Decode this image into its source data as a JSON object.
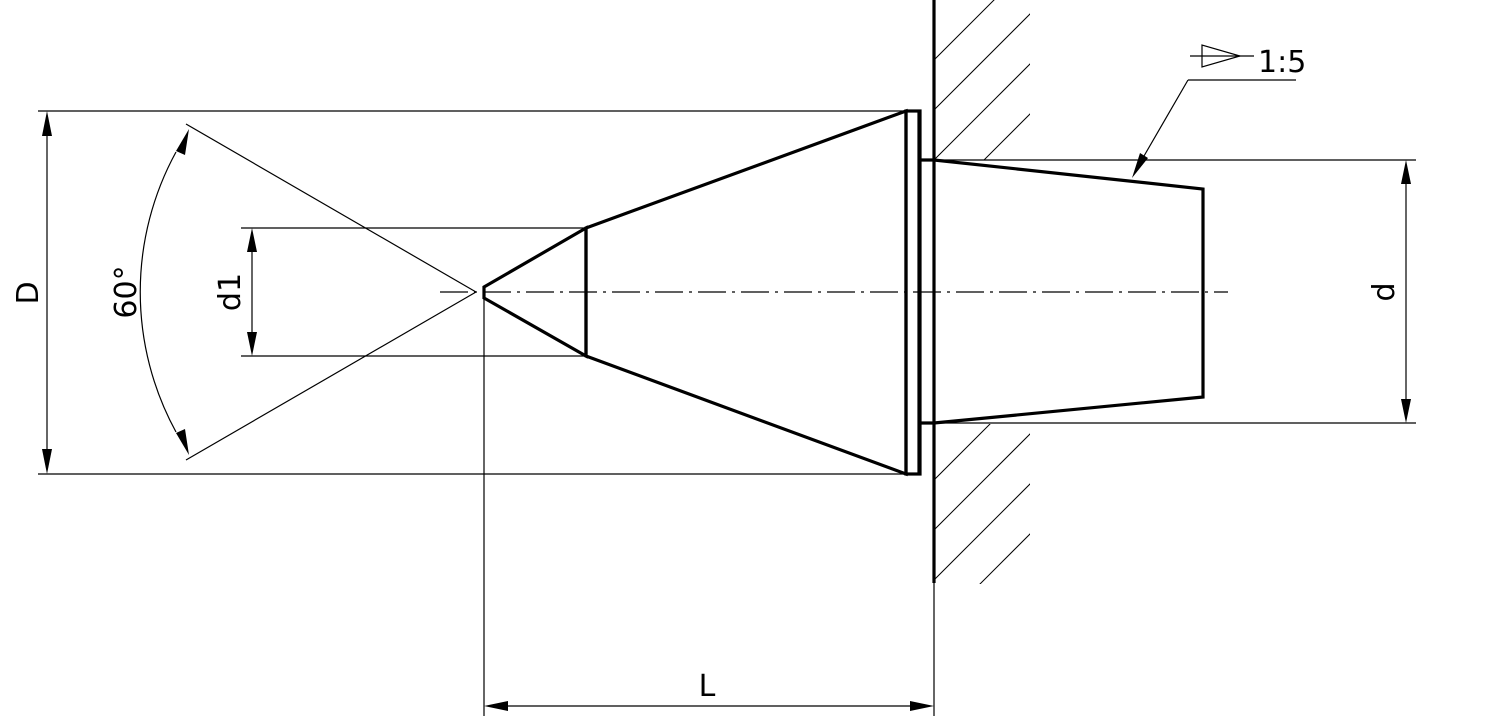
{
  "labels": {
    "D": "D",
    "angle": "60°",
    "d1": "d1",
    "d": "d",
    "L": "L",
    "taper": "1:5"
  },
  "icons": {
    "taper_symbol": "taper-symbol-icon",
    "wall_hatch": "hatched-wall"
  }
}
